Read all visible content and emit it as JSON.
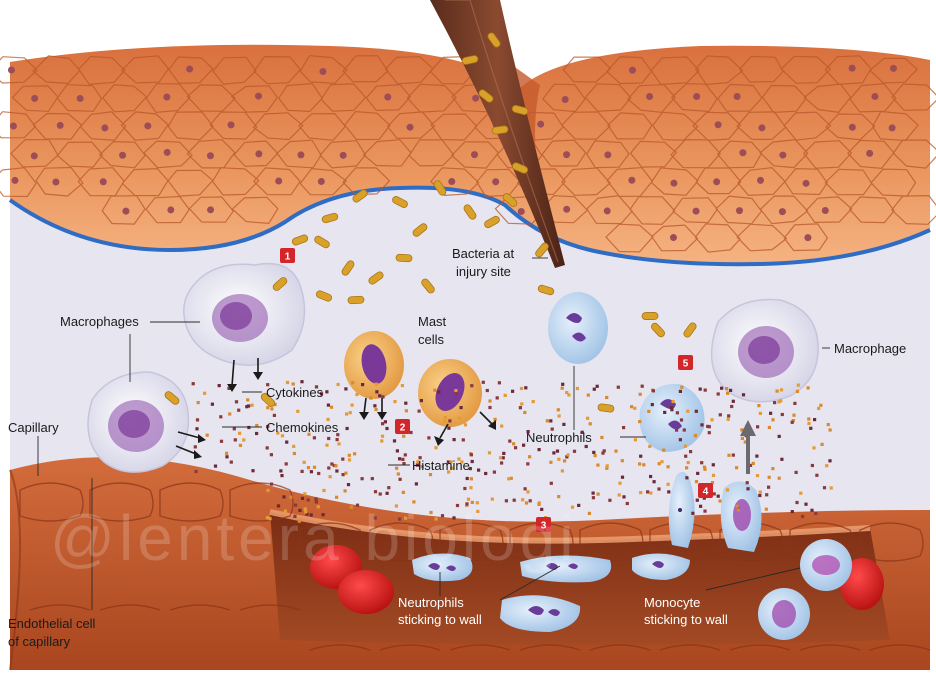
{
  "labels": {
    "bacteria_line1": "Bacteria at",
    "bacteria_line2": "injury site",
    "macrophages": "Macrophages",
    "mast_line1": "Mast",
    "mast_line2": "cells",
    "macrophage": "Macrophage",
    "cytokines": "Cytokines",
    "chemokines": "Chemokines",
    "capillary": "Capillary",
    "histamine": "Histamine",
    "neutrophils": "Neutrophils",
    "neutrophils_wall_line1": "Neutrophils",
    "neutrophils_wall_line2": "sticking to wall",
    "monocyte_line1": "Monocyte",
    "monocyte_line2": "sticking to wall",
    "endothelial_line1": "Endothelial cell",
    "endothelial_line2": "of capillary",
    "watermark": "@lentera biologi"
  },
  "steps": [
    "1",
    "2",
    "3",
    "4",
    "5"
  ],
  "colors": {
    "skin": "#e0834e",
    "skin_light": "#f2a872",
    "skin_line": "#b8572a",
    "nucleus": "#a45a5a",
    "basement": "#2f6cc4",
    "tissue_fluid": "#e4e3ee",
    "bacteria": "#d9a12a",
    "macrophage_body": "#eeeef7",
    "nucleus_purple": "#8a4aa8",
    "mast_body": "#f3b45c",
    "neutrophil_body": "#bcd3ee",
    "vessel": "#c45a2f",
    "vessel_inner": "#8a3418",
    "rbc": "#d01d1d",
    "badge": "#d3262b",
    "granule_dark": "#6b2a3a",
    "granule_orange": "#e59a35"
  }
}
